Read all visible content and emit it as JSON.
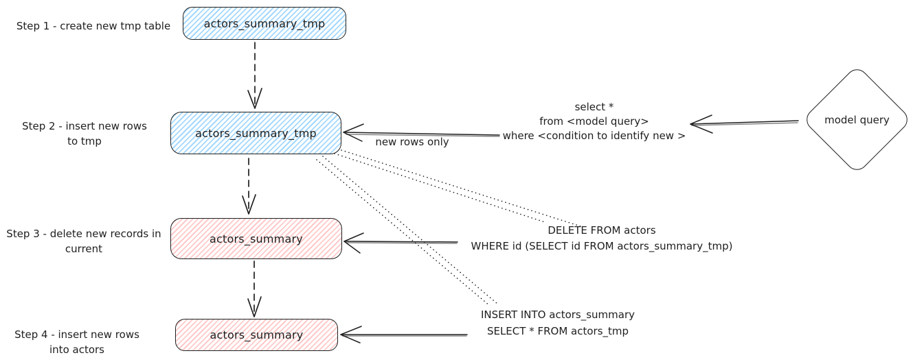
{
  "colors": {
    "stroke": "#1e1e1e",
    "blue_fill": "#a5d8ff",
    "red_fill": "#ffc9c9",
    "background": "#ffffff"
  },
  "steps": [
    {
      "label_line1": "Step 1 - create new tmp table",
      "box_label": "actors_summary_tmp"
    },
    {
      "label_line1": "Step 2 - insert new rows",
      "label_line2": "to tmp",
      "box_label": "actors_summary_tmp"
    },
    {
      "label_line1": "Step 3 - delete new records in",
      "label_line2": "current",
      "box_label": "actors_summary"
    },
    {
      "label_line1": "Step 4 - insert new rows",
      "label_line2": "into actors",
      "box_label": "actors_summary"
    }
  ],
  "annotations": {
    "query": {
      "line1": "select *",
      "line2": "from <model query>",
      "line3": "where <condition to identify new >"
    },
    "new_rows_only": "new rows only",
    "delete_sql": {
      "line1": "DELETE FROM actors",
      "line2": "WHERE id (SELECT id FROM actors_summary_tmp)"
    },
    "insert_sql": {
      "line1": "INSERT INTO actors_summary",
      "line2": "SELECT * FROM actors_tmp"
    }
  },
  "model_query": {
    "label": "model query"
  }
}
